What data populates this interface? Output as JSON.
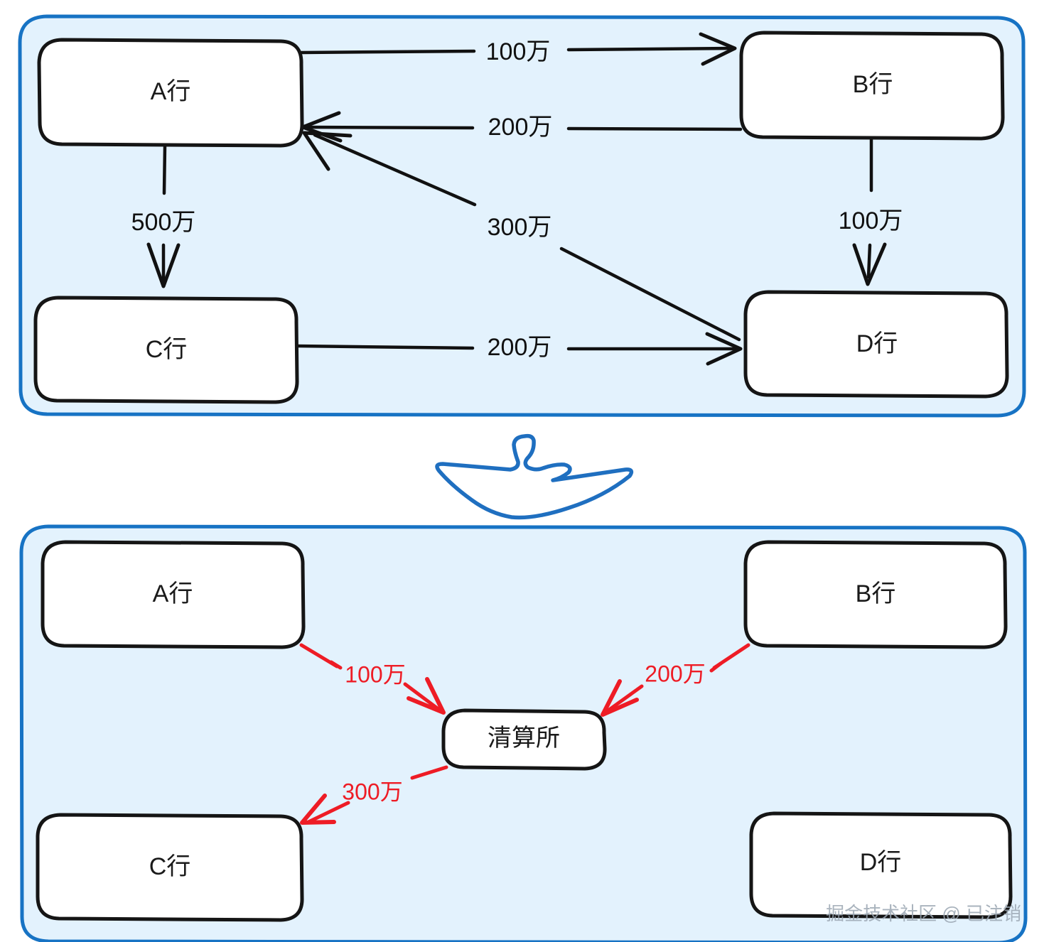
{
  "palette": {
    "container_fill": "#e3f2fd",
    "container_stroke": "#1773c4",
    "node_fill": "#ffffff",
    "node_stroke": "#151515",
    "edge_black": "#111111",
    "edge_red": "#ee1c25",
    "watermark": "#9aa6b2"
  },
  "diagram": {
    "type": "flow-diagram",
    "panels": [
      {
        "id": "before",
        "name": "bilateral-settlement-panel",
        "nodes": [
          {
            "id": "a",
            "label": "A行"
          },
          {
            "id": "b",
            "label": "B行"
          },
          {
            "id": "c",
            "label": "C行"
          },
          {
            "id": "d",
            "label": "D行"
          }
        ],
        "edges": [
          {
            "from": "a",
            "to": "b",
            "label": "100万"
          },
          {
            "from": "b",
            "to": "a",
            "label": "200万"
          },
          {
            "from": "a",
            "to": "c",
            "label": "500万"
          },
          {
            "from": "d",
            "to": "a",
            "label": "300万"
          },
          {
            "from": "b",
            "to": "d",
            "label": "100万"
          },
          {
            "from": "c",
            "to": "d",
            "label": "200万"
          }
        ]
      },
      {
        "id": "after",
        "name": "clearing-house-panel",
        "nodes": [
          {
            "id": "a2",
            "label": "A行"
          },
          {
            "id": "b2",
            "label": "B行"
          },
          {
            "id": "c2",
            "label": "C行"
          },
          {
            "id": "d2",
            "label": "D行"
          },
          {
            "id": "house",
            "label": "清算所"
          }
        ],
        "edges": [
          {
            "from": "a2",
            "to": "house",
            "label": "100万"
          },
          {
            "from": "b2",
            "to": "house",
            "label": "200万"
          },
          {
            "from": "house",
            "to": "c2",
            "label": "300万"
          }
        ]
      }
    ],
    "transition": {
      "name": "down-arrow",
      "direction": "down"
    }
  },
  "watermark": {
    "text": "掘金技术社区 @ 已注销"
  }
}
